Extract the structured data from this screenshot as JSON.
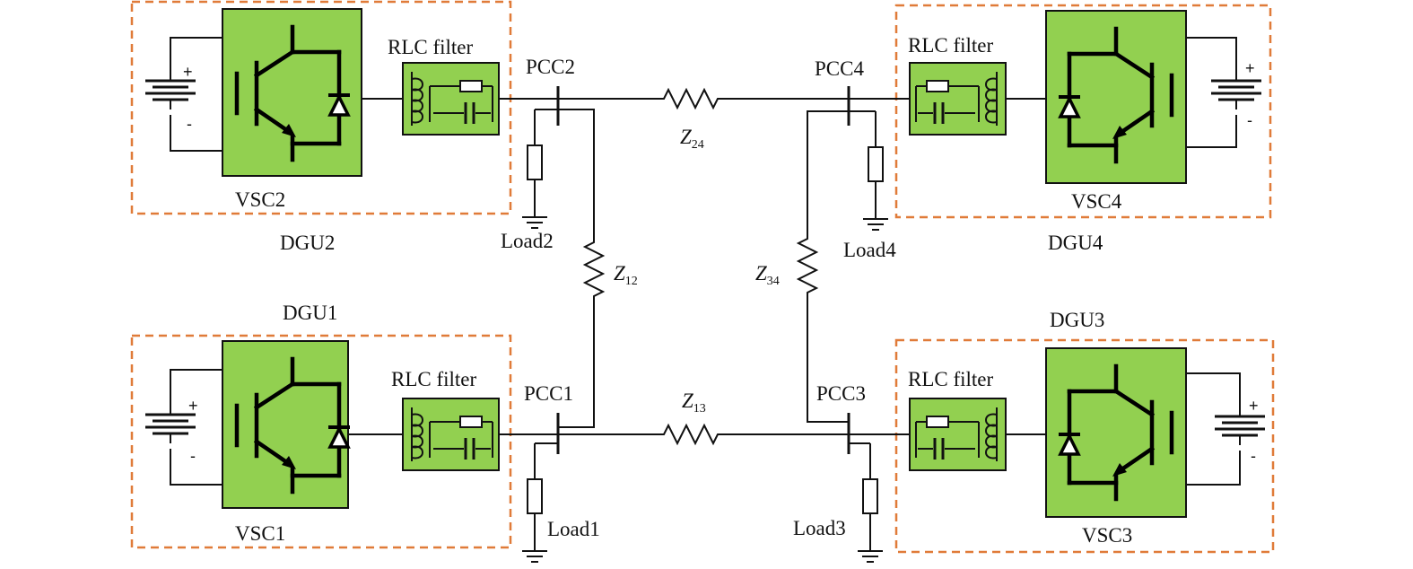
{
  "colors": {
    "converter_fill": "#92d050",
    "dgu_border": "#e07b39",
    "wire": "#111111"
  },
  "battery": {
    "plus": "+",
    "minus": "-"
  },
  "dgus": [
    {
      "name": "DGU1",
      "vsc": "VSC1",
      "filter": "RLC filter",
      "pcc": "PCC1",
      "load": "Load1"
    },
    {
      "name": "DGU2",
      "vsc": "VSC2",
      "filter": "RLC filter",
      "pcc": "PCC2",
      "load": "Load2"
    },
    {
      "name": "DGU3",
      "vsc": "VSC3",
      "filter": "RLC filter",
      "pcc": "PCC3",
      "load": "Load3"
    },
    {
      "name": "DGU4",
      "vsc": "VSC4",
      "filter": "RLC filter",
      "pcc": "PCC4",
      "load": "Load4"
    }
  ],
  "lines": [
    {
      "symbol": "Z",
      "sub": "12"
    },
    {
      "symbol": "Z",
      "sub": "13"
    },
    {
      "symbol": "Z",
      "sub": "24"
    },
    {
      "symbol": "Z",
      "sub": "34"
    }
  ]
}
